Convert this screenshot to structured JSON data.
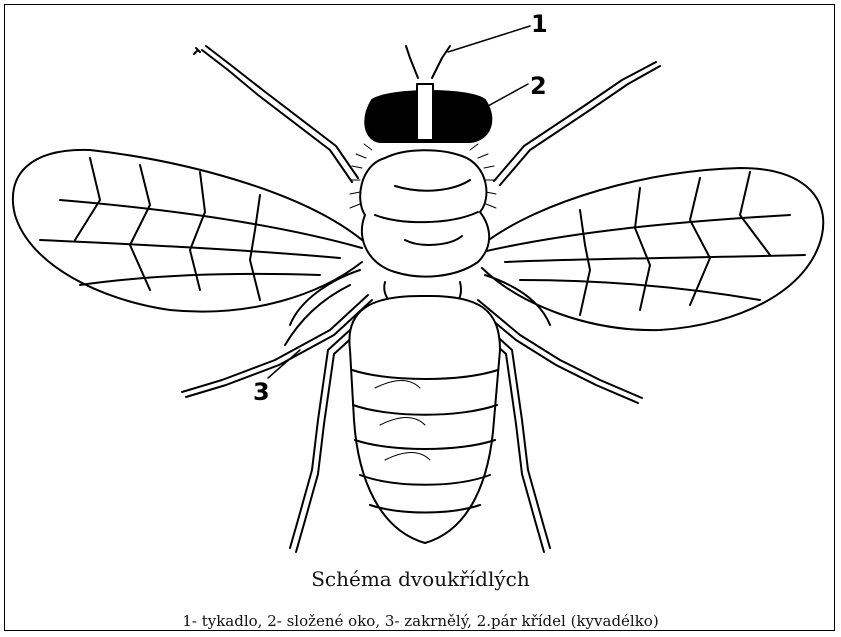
{
  "labels": {
    "label_1": "1",
    "label_2": "2",
    "label_3": "3"
  },
  "title": "Schéma dvoukřídlých",
  "caption": "1- tykadlo, 2- složené oko, 3- zakrnělý, 2.pár křídel (kyvadélko)",
  "colors": {
    "line": "#000000",
    "background": "#ffffff"
  }
}
